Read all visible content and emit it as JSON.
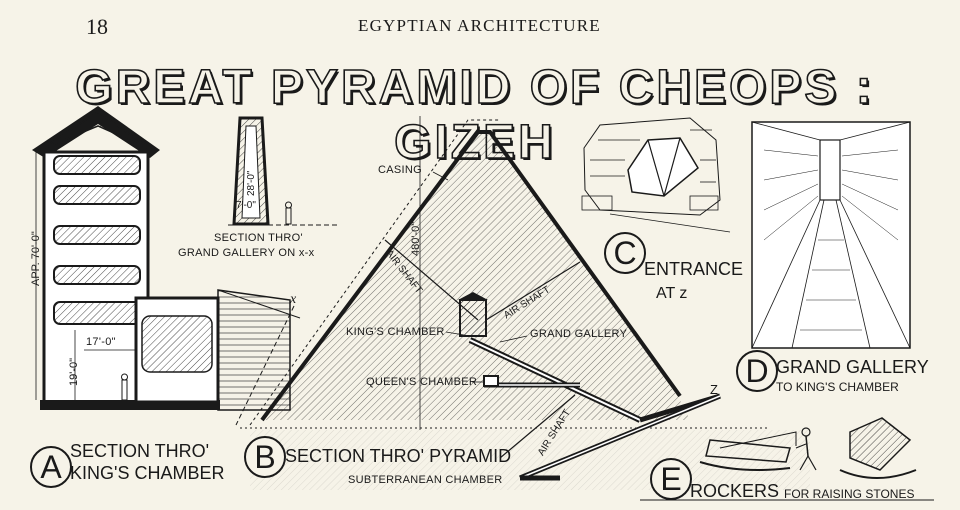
{
  "header": {
    "page_number": "18",
    "running_head": "EGYPTIAN ARCHITECTURE"
  },
  "title": "GREAT PYRAMID OF CHEOPS : GIZEH",
  "section_a": {
    "letter": "A",
    "caption_line1": "SECTION THRO'",
    "caption_line2": "KING'S CHAMBER",
    "dim_height": "APP. 70'-0\"",
    "dim_width": "17'-0\"",
    "dim_room": "19'-0\"",
    "marker": "x"
  },
  "gallery_section": {
    "dim_height": "28'-0\"",
    "dim_width": "7'-0\"",
    "caption_line1": "SECTION THRO'",
    "caption_line2": "GRAND GALLERY ON x-x"
  },
  "section_b": {
    "letter": "B",
    "caption": "SECTION THRO' PYRAMID",
    "labels": {
      "casing": "CASING",
      "height": "480'-0\"",
      "air_shaft_1": "AIR SHAFT",
      "air_shaft_2": "AIR SHAFT",
      "air_shaft_3": "AIR SHAFT",
      "kings_chamber": "KING'S CHAMBER",
      "grand_gallery": "GRAND GALLERY",
      "queens_chamber": "QUEEN'S CHAMBER",
      "subterranean": "SUBTERRANEAN CHAMBER",
      "z": "Z"
    }
  },
  "section_c": {
    "letter": "C",
    "caption_line1": "ENTRANCE",
    "caption_line2": "AT z"
  },
  "section_d": {
    "letter": "D",
    "caption_line1": "GRAND GALLERY",
    "caption_line2": "TO KING'S CHAMBER"
  },
  "section_e": {
    "letter": "E",
    "caption": "ROCKERS",
    "caption_sub": "FOR RAISING STONES"
  }
}
